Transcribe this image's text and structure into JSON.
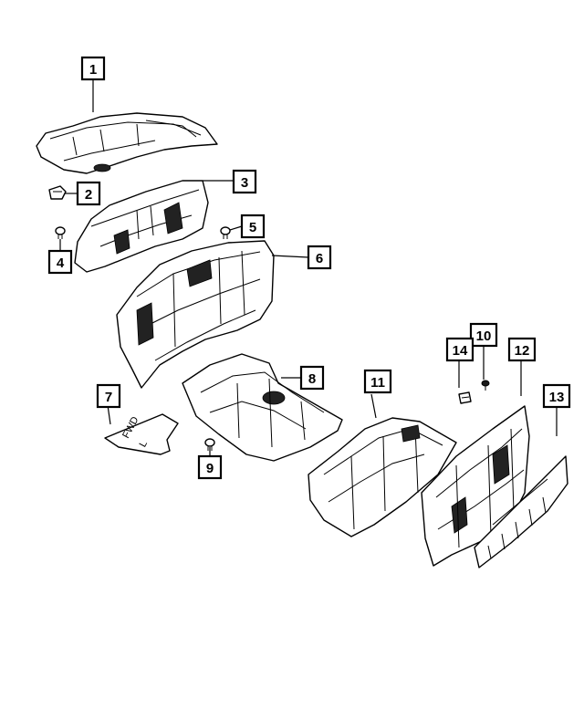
{
  "callouts": [
    {
      "label": "1"
    },
    {
      "label": "2"
    },
    {
      "label": "3"
    },
    {
      "label": "4"
    },
    {
      "label": "5"
    },
    {
      "label": "6"
    },
    {
      "label": "7"
    },
    {
      "label": "8"
    },
    {
      "label": "9"
    },
    {
      "label": "10"
    },
    {
      "label": "11"
    },
    {
      "label": "12"
    },
    {
      "label": "13"
    },
    {
      "label": "14"
    }
  ],
  "mat": {
    "text1": "FWD",
    "text2": "L"
  },
  "colors": {
    "line": "#000000",
    "background": "#ffffff"
  }
}
